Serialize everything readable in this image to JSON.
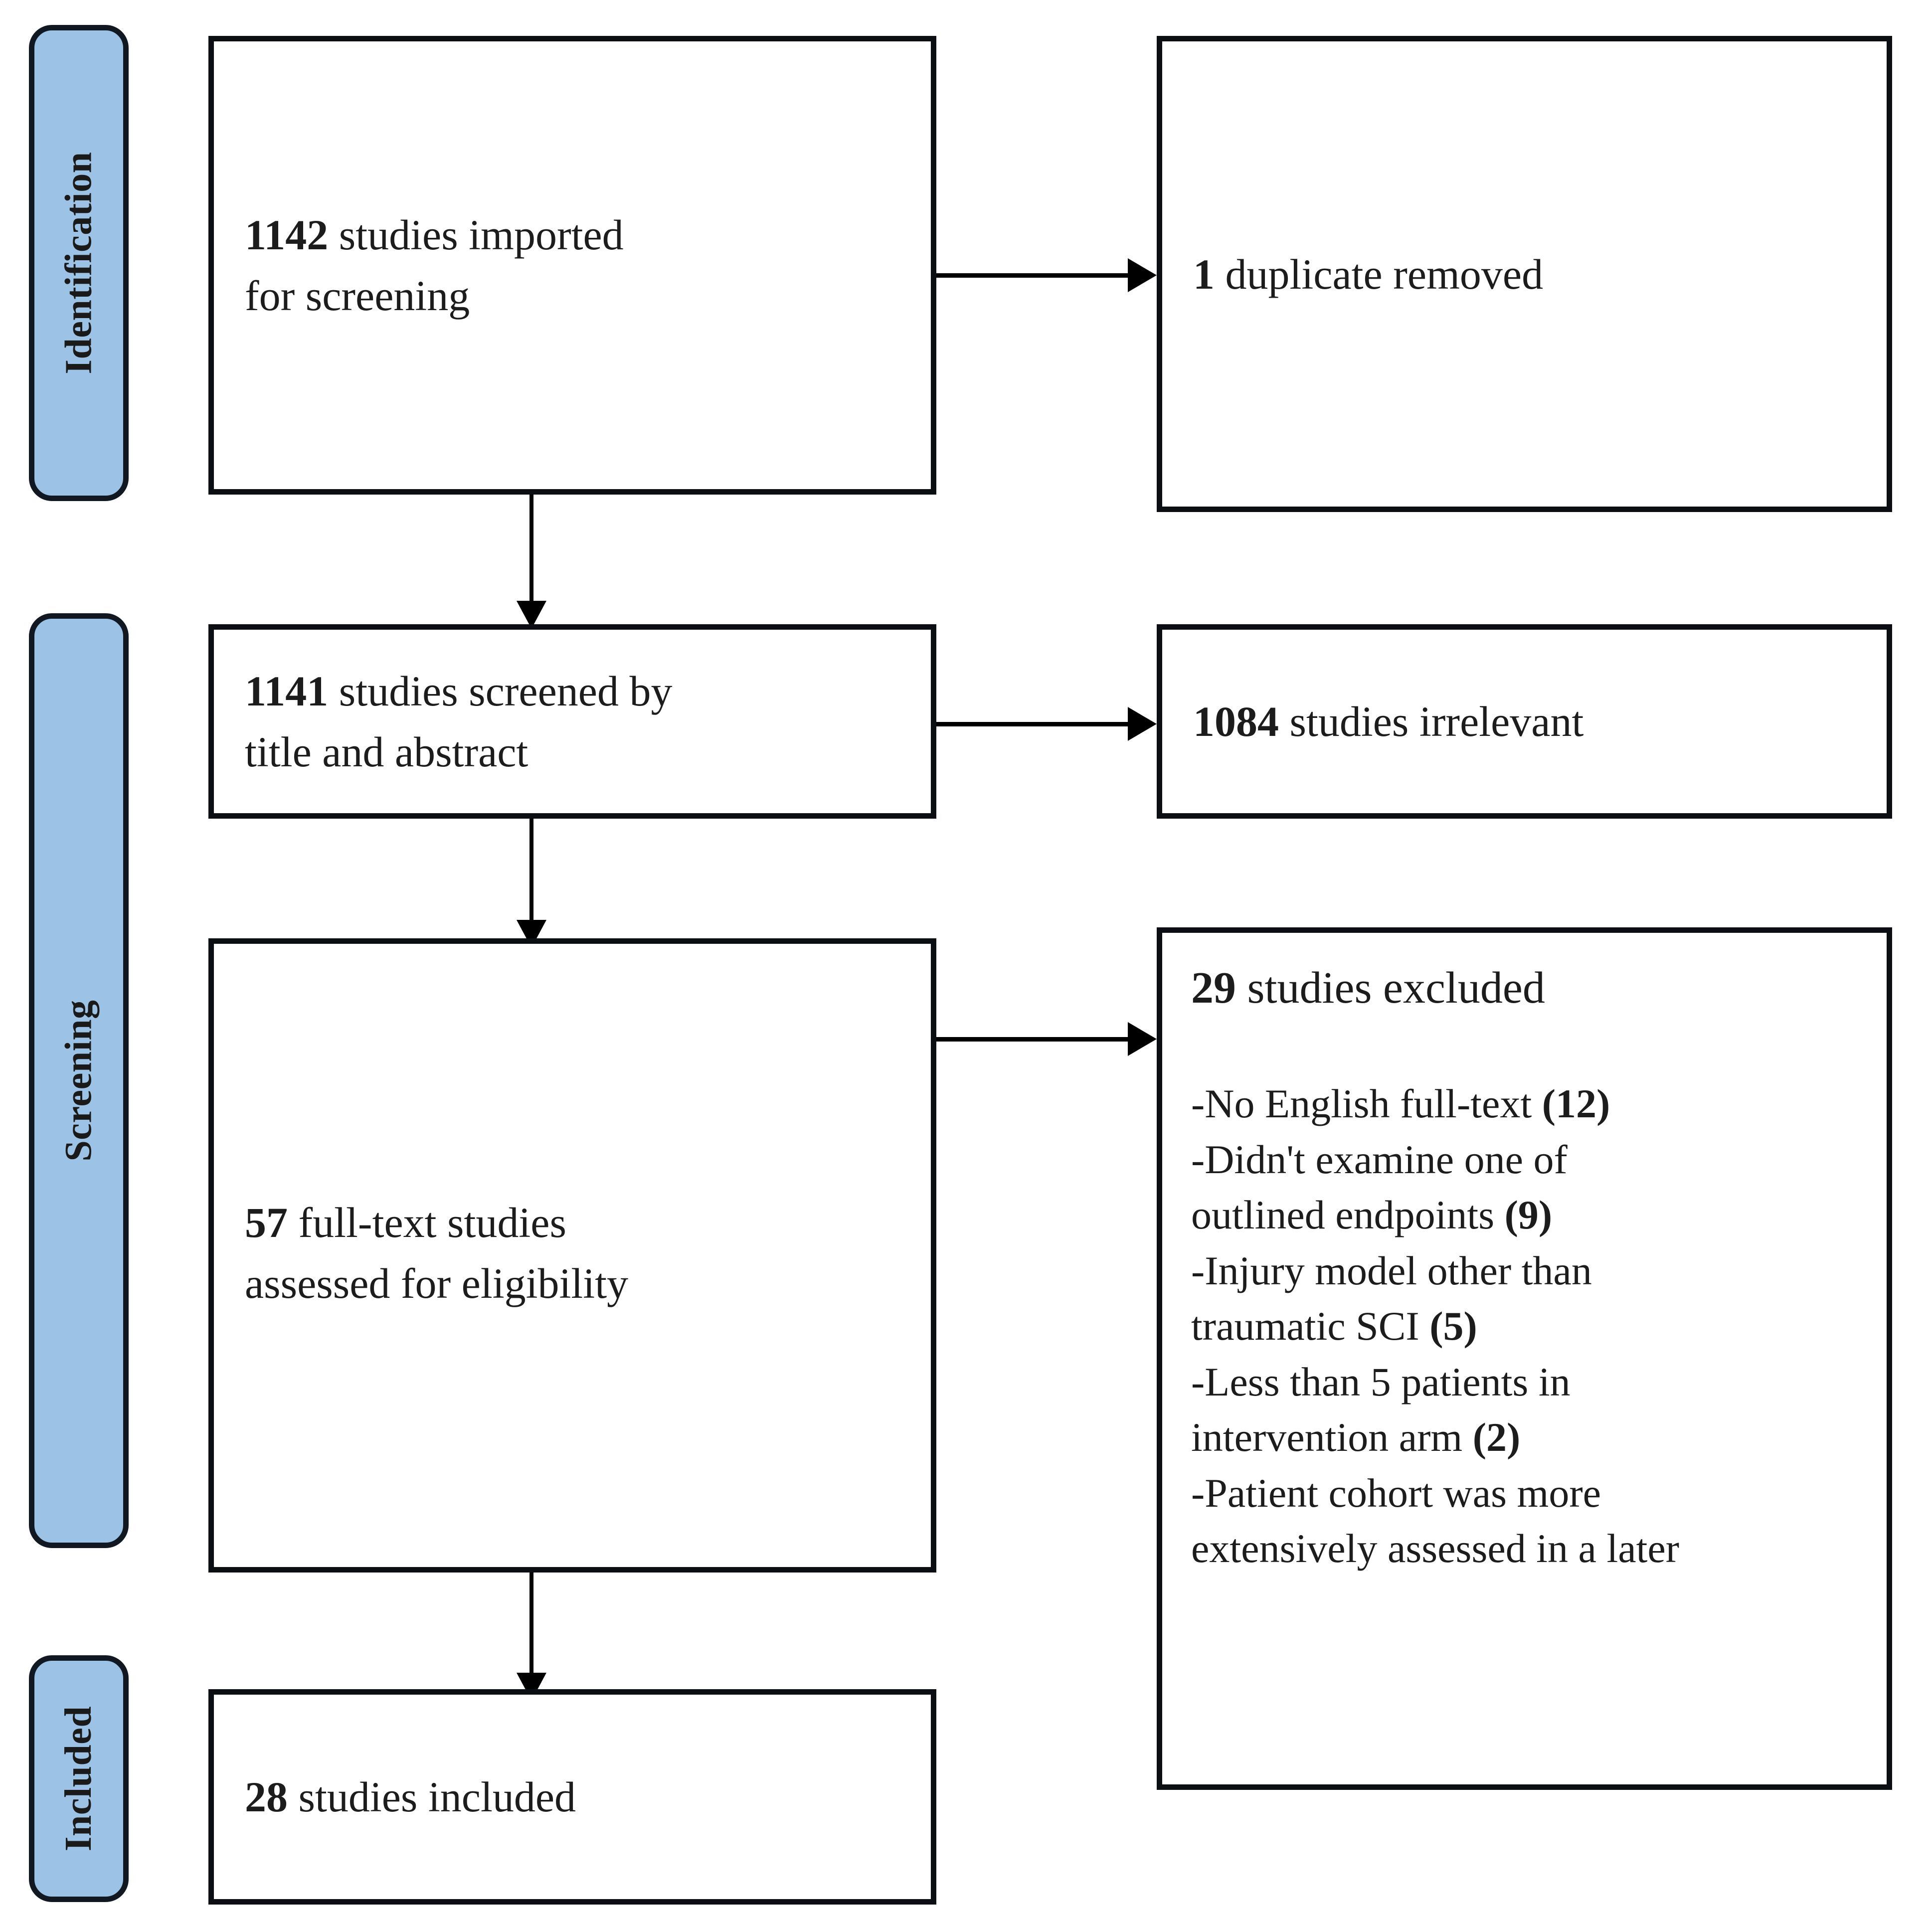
{
  "diagram": {
    "type": "prisma-flow-diagram",
    "title": "PRISMA study selection flow diagram"
  },
  "stages": [
    {
      "id": "identification",
      "label": "Identification"
    },
    {
      "id": "screening",
      "label": "Screening"
    },
    {
      "id": "included",
      "label": "Included"
    }
  ],
  "boxes": {
    "imported": {
      "count": "1142",
      "line1_rest": " studies imported",
      "line2": "for screening"
    },
    "duplicates": {
      "count": "1",
      "rest": " duplicate removed"
    },
    "screened": {
      "count": "1141",
      "line1_rest": " studies screened by",
      "line2": "title and abstract"
    },
    "irrelevant": {
      "count": "1084",
      "rest": " studies irrelevant"
    },
    "fulltext": {
      "count": "57",
      "line1_rest": " full-text studies",
      "line2": "assessed for eligibility"
    },
    "excluded": {
      "count": "29",
      "rest": " studies excluded",
      "reasons": [
        {
          "text": "-No English full-text ",
          "n": "(12)"
        },
        {
          "text": "-Didn't examine one of",
          "n": ""
        },
        {
          "text": "outlined endpoints ",
          "n": "(9)"
        },
        {
          "text": "-Injury model other than",
          "n": ""
        },
        {
          "text": "traumatic SCI ",
          "n": "(5)"
        },
        {
          "text": "-Less than 5 patients in",
          "n": ""
        },
        {
          "text": "intervention arm ",
          "n": "(2)"
        },
        {
          "text": "-Patient cohort was more",
          "n": ""
        },
        {
          "text": "extensively assessed in a later",
          "n": ""
        }
      ]
    },
    "included": {
      "count": "28",
      "rest": " studies included"
    }
  },
  "connectors": [
    {
      "id": "imported-to-duplicates",
      "direction": "right"
    },
    {
      "id": "imported-to-screened",
      "direction": "down"
    },
    {
      "id": "screened-to-irrelevant",
      "direction": "right"
    },
    {
      "id": "screened-to-fulltext",
      "direction": "down"
    },
    {
      "id": "fulltext-to-excluded",
      "direction": "right"
    },
    {
      "id": "fulltext-to-included",
      "direction": "down"
    }
  ],
  "colors": {
    "stage_fill": "#9CC3E5",
    "stage_border": "#111821",
    "box_border": "#0b0f14",
    "text": "#1c1c1c",
    "background": "#ffffff"
  }
}
